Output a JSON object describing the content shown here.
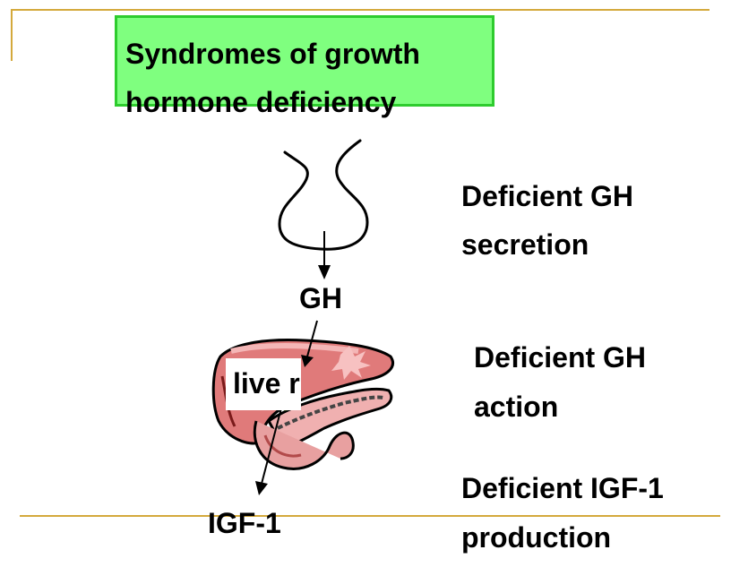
{
  "title": {
    "line1": "Syndromes of growth",
    "line2": "hormone deficiency"
  },
  "labels": {
    "gh": "GH",
    "liver": "live r",
    "igf1": "IGF-1"
  },
  "causes": {
    "secretion": {
      "line1": "Deficient GH",
      "line2": "secretion"
    },
    "action": {
      "line1": "Deficient GH",
      "line2": "action"
    },
    "production": {
      "line1": "Deficient IGF-1",
      "line2": "production"
    }
  },
  "colors": {
    "title_fill": "#7fff7f",
    "title_border": "#2ecc2e",
    "rule": "#d4a93c",
    "liver": "#e07a7a",
    "pancreas": "#f0b0b0"
  }
}
